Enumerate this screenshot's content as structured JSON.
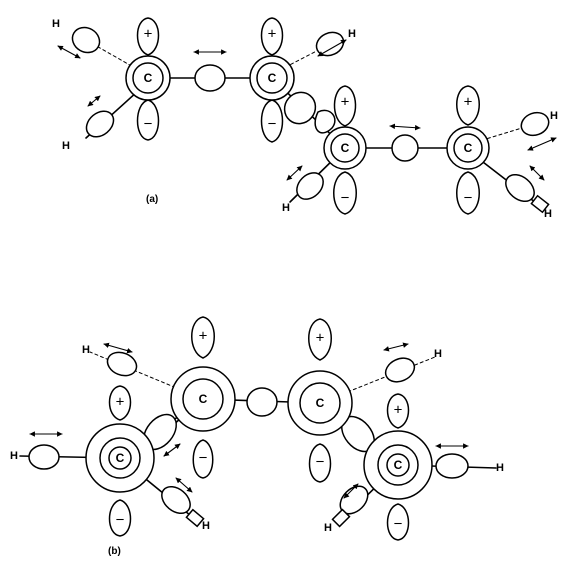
{
  "panels": [
    {
      "label": "(a)"
    },
    {
      "label": "(b)"
    }
  ],
  "atom_carbon": "C",
  "atom_hydrogen": "H",
  "sign_plus": "+",
  "sign_minus": "−"
}
